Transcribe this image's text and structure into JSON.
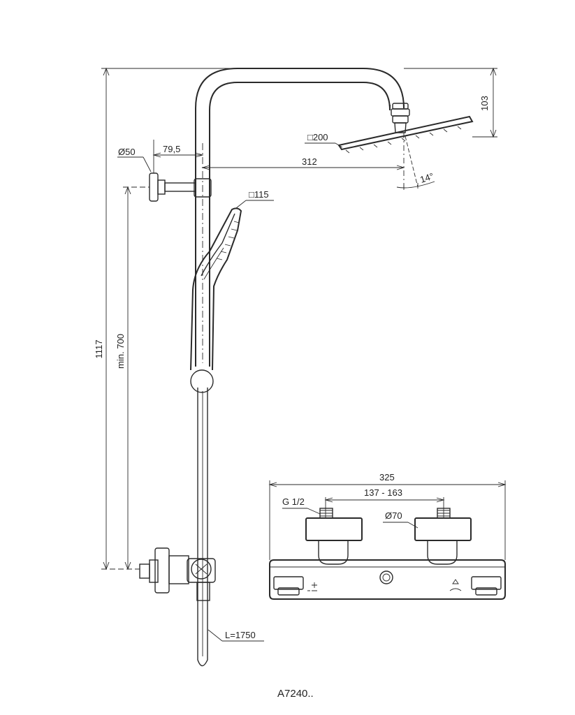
{
  "dimensions": {
    "total_height": "1117",
    "min_height": "min. 700",
    "wall_bracket_diameter": "Ø50",
    "bracket_offset": "79,5",
    "arm_reach": "312",
    "head_height": "103",
    "head_size": "□200",
    "tilt_angle": "14°",
    "hand_shower_size": "□115",
    "hose_length": "L=1750",
    "mixer_width": "325",
    "thread": "G 1/2",
    "connection_centres": "137 - 163",
    "escutcheon_diameter": "Ø70"
  },
  "product_code": "A7240.."
}
